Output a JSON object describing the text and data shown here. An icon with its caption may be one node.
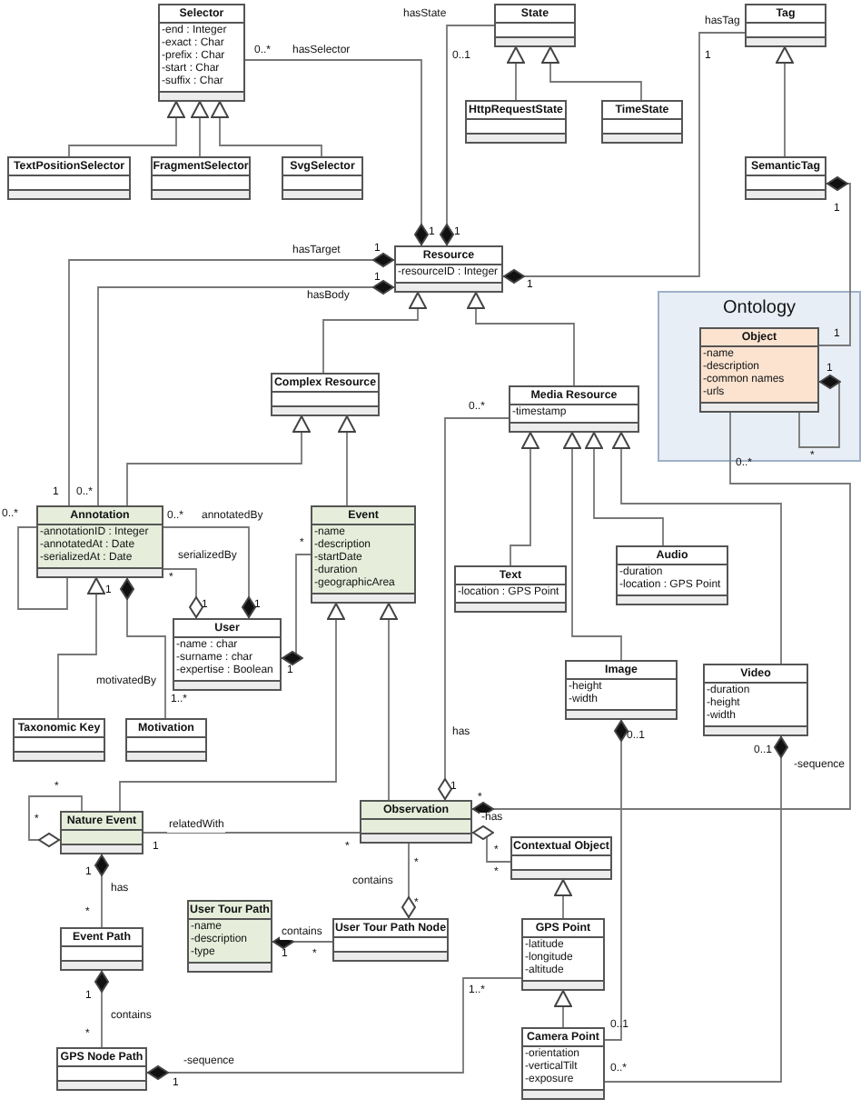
{
  "diagram": {
    "nodes": [
      {
        "text": [
          "Selector",
          "-end : Integer",
          "-exact : Char",
          "-prefix : Char",
          "-start : Char",
          "-suffix : Char"
        ]
      },
      {
        "text": [
          "TextPositionSelector"
        ]
      },
      {
        "text": [
          "FragmentSelector"
        ]
      },
      {
        "text": [
          "SvgSelector"
        ]
      },
      {
        "text": [
          "State"
        ]
      },
      {
        "text": [
          "HttpRequestState"
        ]
      },
      {
        "text": [
          "TimeState"
        ]
      },
      {
        "text": [
          "Tag"
        ]
      },
      {
        "text": [
          "SemanticTag"
        ]
      },
      {
        "text": [
          "Resource",
          "-resourceID : Integer"
        ]
      },
      {
        "text": [
          "Ontology"
        ]
      },
      {
        "text": [
          "Object",
          "-name",
          "-description",
          "-common names",
          "-urls"
        ],
        "in": 10
      },
      {
        "text": [
          "Complex Resource"
        ]
      },
      {
        "text": [
          "Media Resource",
          "-timestamp"
        ]
      },
      {
        "text": [
          "Annotation",
          "-annotationID : Integer",
          "-annotatedAt : Date",
          "-serializedAt : Date"
        ]
      },
      {
        "text": [
          "Event",
          "-name",
          "-description",
          "-startDate",
          "-duration",
          "-geographicArea"
        ]
      },
      {
        "text": [
          "User",
          "-name : char",
          "-surname : char",
          "-expertise : Boolean"
        ]
      },
      {
        "text": [
          "Text",
          "-location : GPS Point"
        ]
      },
      {
        "text": [
          "Audio",
          "-duration",
          "-location : GPS Point"
        ]
      },
      {
        "text": [
          "Taxonomic Key"
        ]
      },
      {
        "text": [
          "Motivation"
        ]
      },
      {
        "text": [
          "Image",
          "-height",
          "-width"
        ]
      },
      {
        "text": [
          "Video",
          "-duration",
          "-height",
          "-width"
        ]
      },
      {
        "text": [
          "Nature Event"
        ]
      },
      {
        "text": [
          "Observation"
        ]
      },
      {
        "text": [
          "Contextual Object"
        ]
      },
      {
        "text": [
          "Event Path"
        ]
      },
      {
        "text": [
          "User Tour Path",
          "-name",
          "-description",
          "-type"
        ]
      },
      {
        "text": [
          "User Tour Path Node"
        ]
      },
      {
        "text": [
          "GPS Point",
          "-latitude",
          "-longitude",
          "-altitude"
        ]
      },
      {
        "text": [
          "GPS Node Path"
        ]
      },
      {
        "text": [
          "Camera Point",
          "-orientation",
          "-verticalTilt",
          "-exposure"
        ]
      }
    ],
    "edges": [
      {
        "from": 1,
        "to": 0,
        "arrow": "to"
      },
      {
        "from": 2,
        "to": 0,
        "arrow": "to"
      },
      {
        "from": 3,
        "to": 0,
        "arrow": "to"
      },
      {
        "from": 5,
        "to": 4,
        "arrow": "to"
      },
      {
        "from": 6,
        "to": 4,
        "arrow": "to"
      },
      {
        "from": 8,
        "to": 7,
        "arrow": "to"
      },
      {
        "from": 0,
        "to": 9,
        "arrow": "other",
        "label": "hasSelector"
      },
      {
        "from": 4,
        "to": 9,
        "arrow": "other",
        "label": "hasState"
      },
      {
        "from": 7,
        "to": 9,
        "arrow": "other",
        "label": "hasTag"
      },
      {
        "from": 14,
        "to": 9,
        "arrow": "other",
        "label": "hasTarget"
      },
      {
        "from": 14,
        "to": 9,
        "arrow": "other",
        "label": "hasBody"
      },
      {
        "from": 12,
        "to": 9,
        "arrow": "to"
      },
      {
        "from": 13,
        "to": 9,
        "arrow": "to"
      },
      {
        "from": 11,
        "to": 8,
        "arrow": "other"
      },
      {
        "from": 11,
        "to": 11,
        "arrow": "other"
      },
      {
        "from": 11,
        "to": 24,
        "arrow": "other",
        "label": "-has"
      },
      {
        "from": 14,
        "to": 12,
        "arrow": "to"
      },
      {
        "from": 15,
        "to": 12,
        "arrow": "to"
      },
      {
        "from": 13,
        "to": 24,
        "arrow": "other",
        "label": "has"
      },
      {
        "from": 14,
        "to": 14,
        "arrow": "none"
      },
      {
        "from": 14,
        "to": 16,
        "arrow": "other",
        "label": "annotatedBy"
      },
      {
        "from": 14,
        "to": 16,
        "arrow": "other",
        "label": "serializedBy"
      },
      {
        "from": 15,
        "to": 16,
        "arrow": "other"
      },
      {
        "from": 17,
        "to": 13,
        "arrow": "to"
      },
      {
        "from": 18,
        "to": 13,
        "arrow": "to"
      },
      {
        "from": 21,
        "to": 13,
        "arrow": "to"
      },
      {
        "from": 22,
        "to": 13,
        "arrow": "to"
      },
      {
        "from": 19,
        "to": 14,
        "arrow": "to"
      },
      {
        "from": 20,
        "to": 14,
        "arrow": "other",
        "label": "motivatedBy"
      },
      {
        "from": 23,
        "to": 15,
        "arrow": "to"
      },
      {
        "from": 24,
        "to": 15,
        "arrow": "to"
      },
      {
        "from": 31,
        "to": 21,
        "arrow": "other"
      },
      {
        "from": 31,
        "to": 22,
        "arrow": "other",
        "label": "-sequence"
      },
      {
        "from": 23,
        "to": 23,
        "arrow": "other"
      },
      {
        "from": 23,
        "to": 24,
        "arrow": "none",
        "label": "relatedWith"
      },
      {
        "from": 26,
        "to": 23,
        "arrow": "other",
        "label": "has"
      },
      {
        "from": 25,
        "to": 24,
        "arrow": "other"
      },
      {
        "from": 24,
        "to": 28,
        "arrow": "other",
        "label": "contains"
      },
      {
        "from": 28,
        "to": 27,
        "arrow": "other",
        "label": "contains"
      },
      {
        "from": 30,
        "to": 26,
        "arrow": "other",
        "label": "contains"
      },
      {
        "from": 29,
        "to": 30,
        "arrow": "other",
        "label": "-sequence"
      },
      {
        "from": 29,
        "to": 25,
        "arrow": "to"
      },
      {
        "from": 31,
        "to": 29,
        "arrow": "to"
      }
    ],
    "labels": [
      "0..*",
      "0..1",
      "1",
      "1",
      "1",
      "1",
      "1",
      "1",
      "1",
      "1",
      "1",
      "*",
      "1",
      "0..*",
      "0..*",
      "0..*",
      "0..*",
      "*",
      "*",
      "1",
      "1",
      "0..*",
      "1",
      "1",
      "1..*",
      "1",
      "0..1",
      "0..1",
      "*",
      "*",
      "*",
      "1",
      "*",
      "*",
      "*",
      "*",
      "*",
      "1",
      "*",
      "1",
      "*",
      "1",
      "*",
      "1..*",
      "0..1",
      "0..*",
      "1"
    ]
  }
}
